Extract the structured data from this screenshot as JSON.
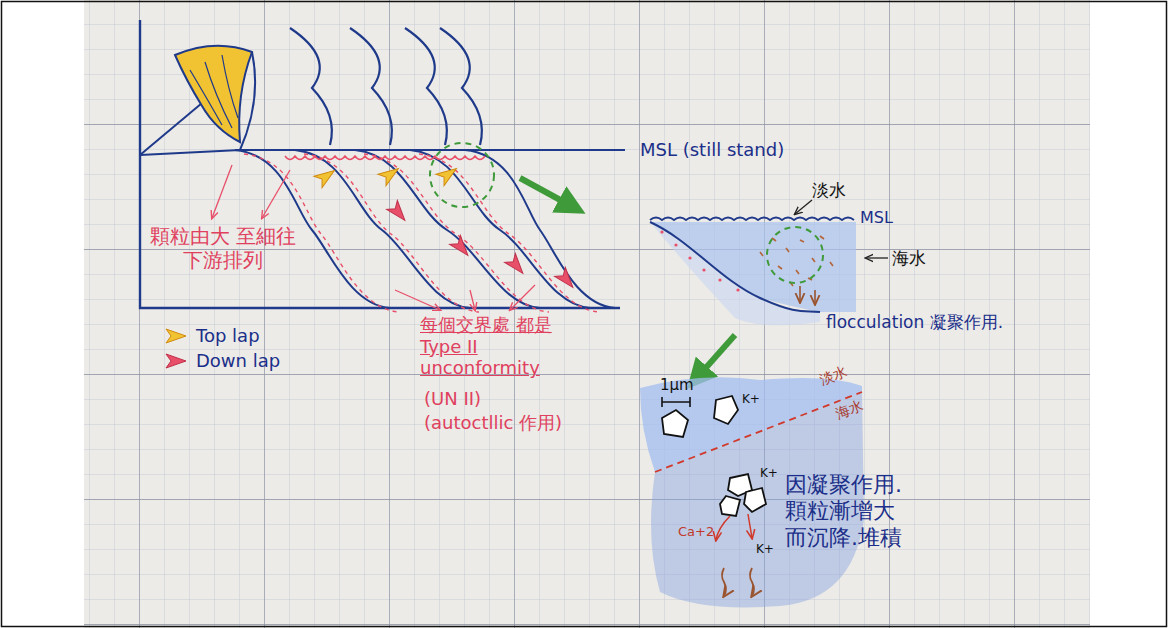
{
  "diagram": {
    "labels": [
      "MSL (still stand)",
      "淡水",
      "MSL",
      "海水",
      "flocculation 凝聚作用.",
      "顆粒由大 至細往下游排列",
      "每個交界處 都是Type II unconformity",
      "(UN II)",
      "(autoctllic 作用)",
      "1μm",
      "K+",
      "淡水",
      "海水",
      "K+",
      "因凝聚作用. 顆粒漸增大 而沉降.堆積",
      "Ca+2",
      "K+"
    ],
    "legend": [
      {
        "text": "Top lap"
      },
      {
        "text": "Down lap"
      }
    ]
  }
}
